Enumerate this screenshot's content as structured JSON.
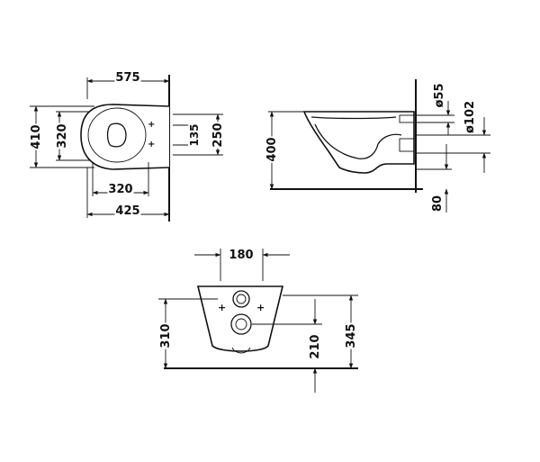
{
  "diagram": {
    "top_view": {
      "overall_length": "575",
      "outer_width": "410",
      "inner_width": "320",
      "fixing_width": "320",
      "rim_length": "425",
      "fixing_offset": "135",
      "fixing_height": "250"
    },
    "side_view": {
      "height": "400",
      "inlet_diameter": "ø55",
      "outlet_diameter": "ø102",
      "floor_offset": "80"
    },
    "rear_view": {
      "bolt_spacing": "180",
      "left_height": "310",
      "outlet_height": "210",
      "inlet_height": "345"
    }
  }
}
